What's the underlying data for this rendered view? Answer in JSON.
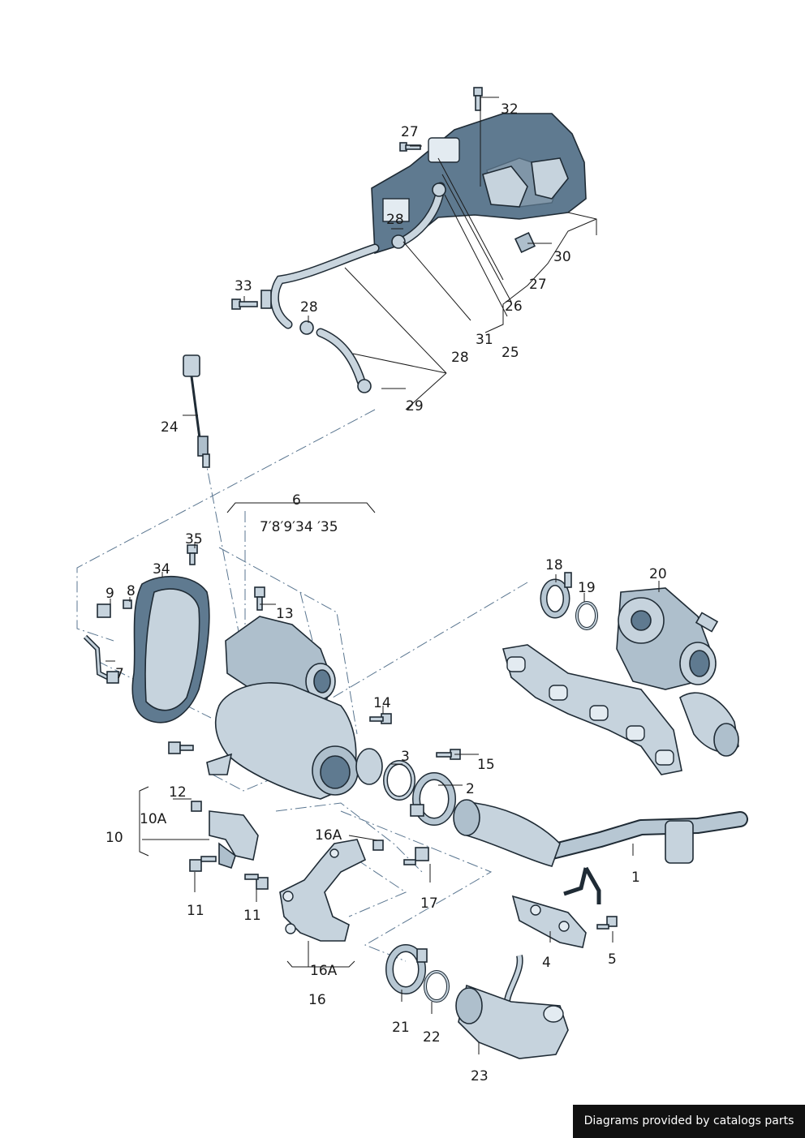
{
  "labels": {
    "p1": "1",
    "p2": "2",
    "p3": "3",
    "p4": "4",
    "p5": "5",
    "p6": "6",
    "p6_sub": "7′8′9′34 ′35",
    "p7": "7",
    "p8": "8",
    "p9": "9",
    "p10": "10",
    "p10a": "10A",
    "p11a": "11",
    "p11b": "11",
    "p12": "12",
    "p13": "13",
    "p14": "14",
    "p15": "15",
    "p16": "16",
    "p16a_top": "16A",
    "p16a_bottom": "16A",
    "p17": "17",
    "p18": "18",
    "p19": "19",
    "p20": "20",
    "p21": "21",
    "p22": "22",
    "p23": "23",
    "p24": "24",
    "p25": "25",
    "p26": "26",
    "p27a": "27",
    "p27b": "27",
    "p28a": "28",
    "p28b": "28",
    "p28c": "28",
    "p29": "29",
    "p30": "30",
    "p31": "31",
    "p32": "32",
    "p33": "33",
    "p34": "34",
    "p35": "35"
  },
  "footer": {
    "text": "Diagrams provided by catalogs parts"
  },
  "colors": {
    "part_fill": "#c6d3dd",
    "part_dark": "#5f7a90",
    "outline": "#1f2b35",
    "dash_line": "#5a7690",
    "footer_bg": "#111111"
  }
}
